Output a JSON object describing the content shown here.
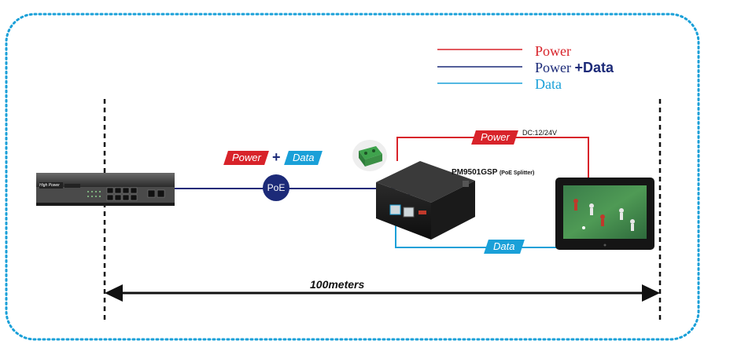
{
  "legend": {
    "power": {
      "label": "Power",
      "color": "#d8232a"
    },
    "power_data": {
      "label_prefix": "Power",
      "label_plus": "+",
      "label_suffix": "Data",
      "color": "#1c2a78"
    },
    "data": {
      "label": "Data",
      "color": "#1aa0d8"
    }
  },
  "tags": {
    "power_left": "Power",
    "plus": "+",
    "data_left": "Data",
    "power_top": "Power",
    "data_bottom": "Data"
  },
  "labels": {
    "poe_badge": "PoE",
    "dc_voltage": "DC:12/24V",
    "model": "PM9501GSP",
    "model_note": "(PoE Splitter)",
    "distance": "100meters",
    "switch_brand": "High Power"
  },
  "colors": {
    "frame_border": "#1aa0d8",
    "power": "#d8232a",
    "power_data": "#1c2a78",
    "data": "#1aa0d8",
    "tag_power": "#d8232a",
    "tag_data": "#1aa0d8"
  },
  "icons": [
    "network-switch-icon",
    "poe-splitter-icon",
    "terminal-block-icon",
    "display-monitor-icon",
    "distance-arrow-icon"
  ]
}
